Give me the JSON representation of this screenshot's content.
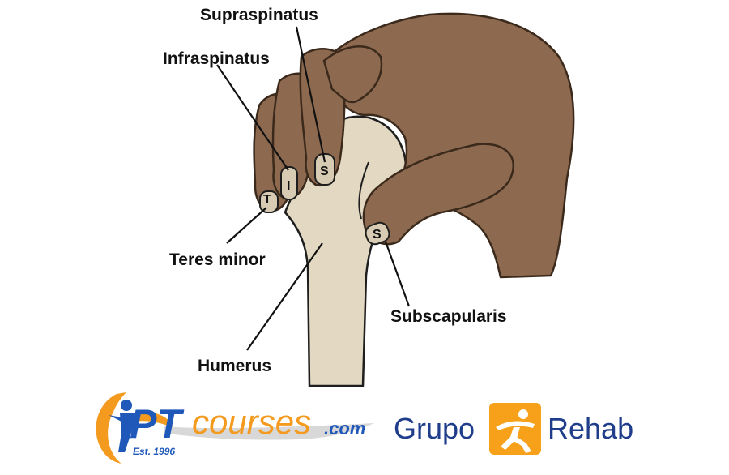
{
  "labels": {
    "supraspinatus": "Supraspinatus",
    "infraspinatus": "Infraspinatus",
    "teres_minor": "Teres minor",
    "humerus": "Humerus",
    "subscapularis": "Subscapularis"
  },
  "finger_letters": {
    "teres_minor": "T",
    "infraspinatus": "I",
    "supraspinatus": "S",
    "subscapularis": "S"
  },
  "logos": {
    "ptcourses": {
      "brand_pt": "PT",
      "brand_courses": "courses",
      "domain": ".com",
      "established": "Est. 1996"
    },
    "grupo_rehab": {
      "word_left": "Grupo",
      "word_right": "Rehab"
    }
  },
  "colors": {
    "skin": "#8d6a4f",
    "skin_outline": "#3b2a1c",
    "bone": "#e3d9c2",
    "nail": "#d7cbb3",
    "pt_orange": "#f39a1f",
    "pt_blue": "#1f58b8",
    "grupo_blue": "#1f3d8a",
    "grupo_orange": "#f7a11a"
  }
}
